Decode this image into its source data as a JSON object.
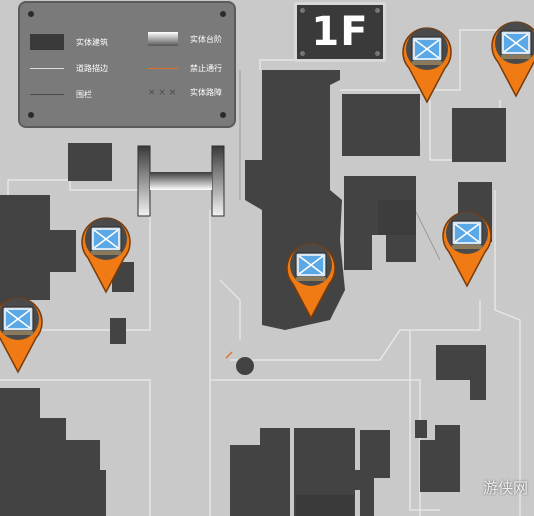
{
  "floor": {
    "label": "1F"
  },
  "legend": {
    "items": [
      {
        "key": "building",
        "label": "实体建筑"
      },
      {
        "key": "stairs",
        "label": "实体台阶"
      },
      {
        "key": "road",
        "label": "道路描边"
      },
      {
        "key": "no_pass",
        "label": "禁止通行"
      },
      {
        "key": "fence",
        "label": "围栏"
      },
      {
        "key": "barrier",
        "label": "实体路障"
      }
    ],
    "barrier_symbol": "× × ×"
  },
  "markers": {
    "count": 6,
    "icon": "camera-pin-icon"
  },
  "watermark": {
    "text": "游侠网"
  },
  "colors": {
    "ground": "#c9c9c9",
    "building": "#434343",
    "legend_bg": "#7a7a7a",
    "road_outline": "#eaeaea",
    "no_pass": "#e0702a",
    "marker_orange": "#f07a14",
    "marker_blue": "#5aa8e6"
  }
}
